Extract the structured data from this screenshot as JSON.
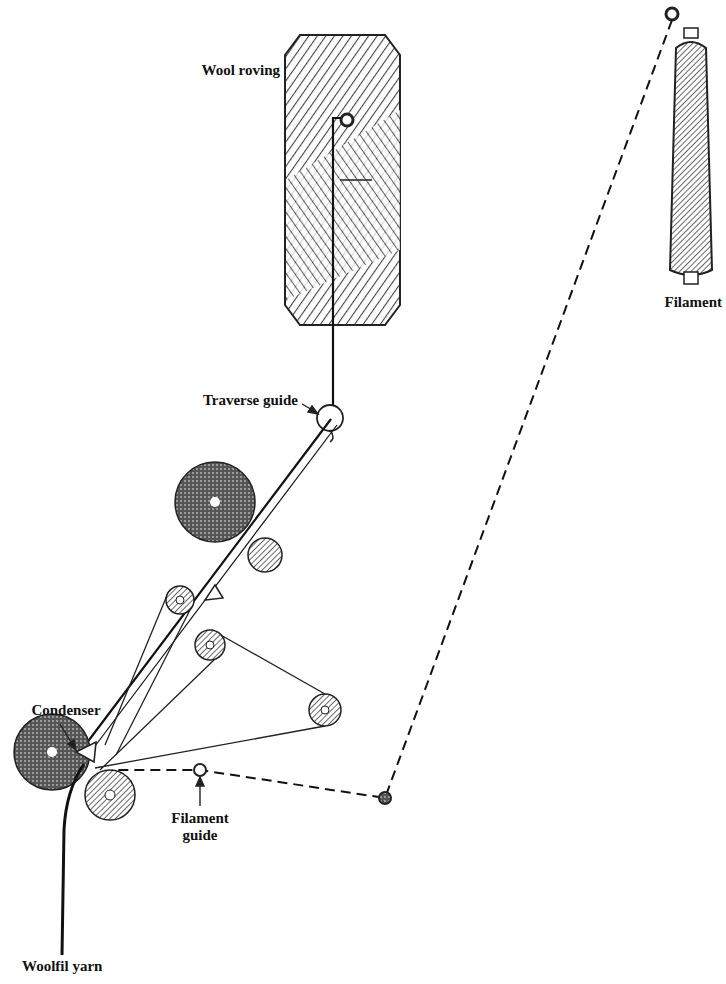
{
  "diagram": {
    "labels": [
      "Wool roving",
      "Filament",
      "Traverse guide",
      "Condenser",
      "Filament guide",
      "Woolfil yarn"
    ]
  }
}
